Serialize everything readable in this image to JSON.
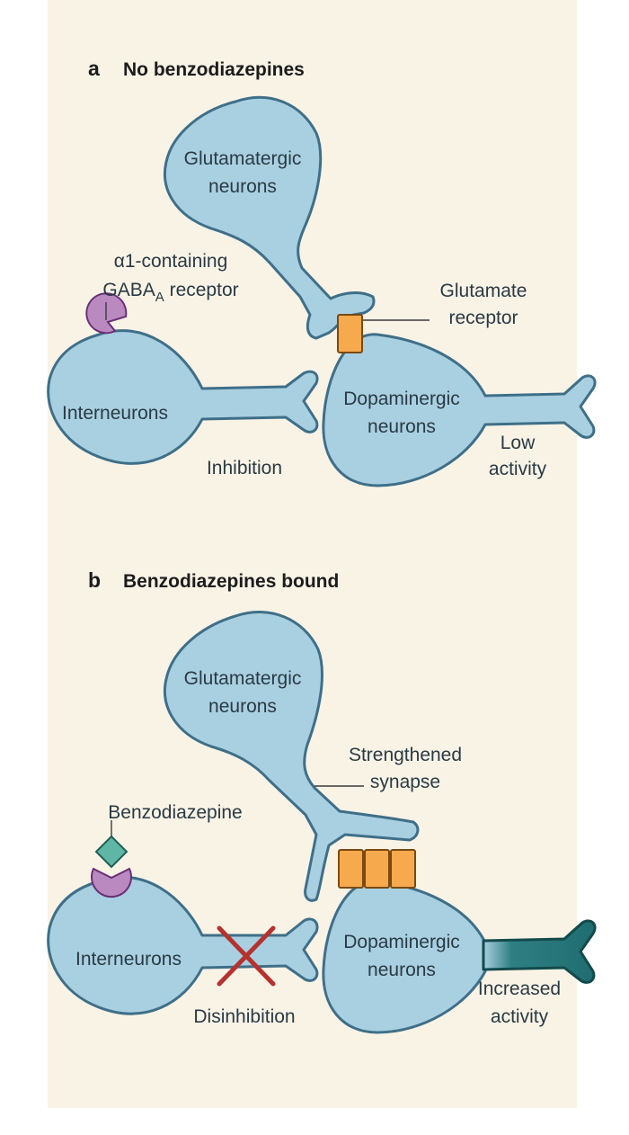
{
  "panel_a": {
    "letter": "a",
    "title": "No benzodiazepines",
    "glutamatergic_line1": "Glutamatergic",
    "glutamatergic_line2": "neurons",
    "gaba_line1": "α1-containing",
    "gaba_line2_base": "GABA",
    "gaba_line2_sub": "A",
    "gaba_line2_rest": " receptor",
    "glutamate_receptor_line1": "Glutamate",
    "glutamate_receptor_line2": "receptor",
    "interneurons": "Interneurons",
    "dopaminergic_line1": "Dopaminergic",
    "dopaminergic_line2": "neurons",
    "inhibition": "Inhibition",
    "activity_line1": "Low",
    "activity_line2": "activity"
  },
  "panel_b": {
    "letter": "b",
    "title": "Benzodiazepines bound",
    "glutamatergic_line1": "Glutamatergic",
    "glutamatergic_line2": "neurons",
    "strengthened_line1": "Strengthened",
    "strengthened_line2": "synapse",
    "benzodiazepine": "Benzodiazepine",
    "interneurons": "Interneurons",
    "dopaminergic_line1": "Dopaminergic",
    "dopaminergic_line2": "neurons",
    "disinhibition": "Disinhibition",
    "activity_line1": "Increased",
    "activity_line2": "activity"
  },
  "colors": {
    "background_panel": "#f9f3e6",
    "neuron_fill": "#a9d0e1",
    "neuron_stroke": "#3f6f88",
    "receptor_orange": "#f6a94d",
    "gaba_receptor_purple": "#b989c0",
    "benzodiazepine_teal": "#5fb6a5",
    "inhibition_cross_red": "#b5322e",
    "increased_activity_axon": "#1f6d70"
  }
}
